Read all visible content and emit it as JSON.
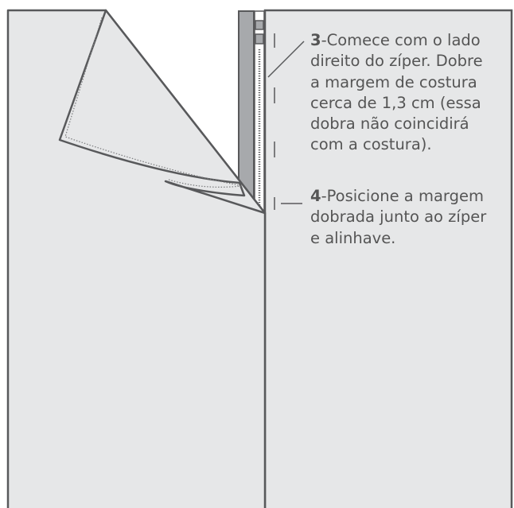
{
  "steps": [
    {
      "number": "3",
      "lines": [
        "-Comece com o lado",
        "direito do zíper. Dobre",
        "a margem de costura",
        "cerca de 1,3 cm (essa",
        "dobra não coincidirá",
        "com a costura)."
      ]
    },
    {
      "number": "4",
      "lines": [
        "-Posicione a margem",
        "dobrada junto ao zíper",
        "e alinhave."
      ]
    }
  ],
  "colors": {
    "fabric": "#e6e7e8",
    "outline": "#58595b",
    "zipper_tape": "#a7a9ac",
    "text": "#555555"
  }
}
